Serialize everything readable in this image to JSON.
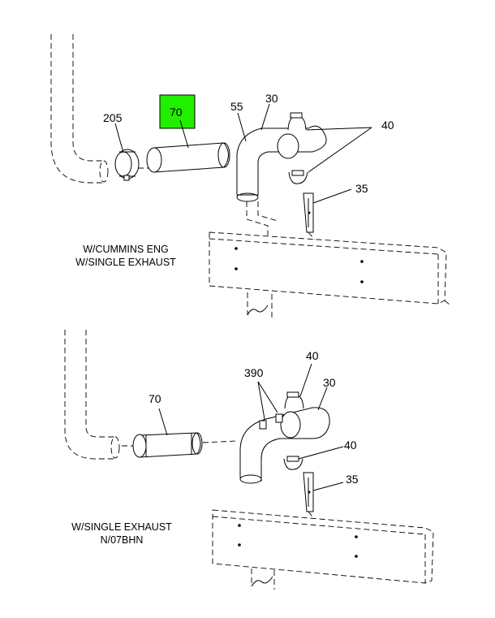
{
  "top_view": {
    "caption_line1": "W/CUMMINS ENG",
    "caption_line2": "W/SINGLE EXHAUST",
    "callouts": {
      "c205": "205",
      "c70": "70",
      "c55": "55",
      "c30": "30",
      "c40": "40",
      "c35": "35"
    },
    "highlight_color": "#22ee00"
  },
  "bottom_view": {
    "caption_line1": "W/SINGLE EXHAUST",
    "caption_line2": "N/07BHN",
    "callouts": {
      "c70": "70",
      "c390": "390",
      "c40a": "40",
      "c30": "30",
      "c40b": "40",
      "c35": "35"
    }
  }
}
